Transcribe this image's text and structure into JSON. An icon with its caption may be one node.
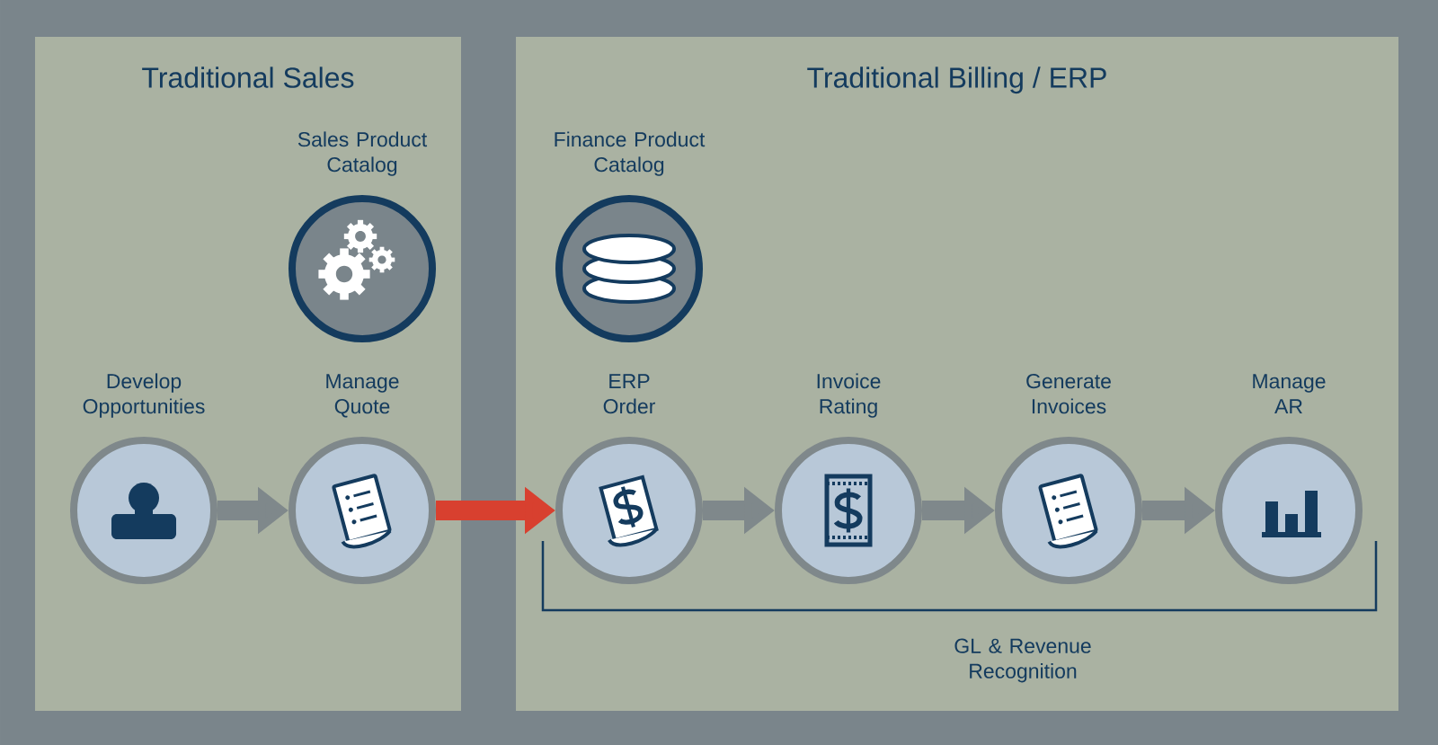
{
  "diagram": {
    "nodes": [
      {
        "text": [
          "Traditional Sales"
        ]
      },
      {
        "text": [
          "Sales Product Catalog"
        ],
        "in": 0
      },
      {
        "text": [
          "Develop Opportunities"
        ],
        "in": 0
      },
      {
        "text": [
          "Manage Quote"
        ],
        "in": 0
      },
      {
        "text": [
          "Traditional Billing / ERP"
        ]
      },
      {
        "text": [
          "Finance Product Catalog"
        ],
        "in": 4
      },
      {
        "text": [
          "ERP Order"
        ],
        "in": 4
      },
      {
        "text": [
          "Invoice Rating"
        ],
        "in": 4
      },
      {
        "text": [
          "Generate Invoices"
        ],
        "in": 4
      },
      {
        "text": [
          "Manage AR"
        ],
        "in": 4
      }
    ],
    "edges": [
      {
        "from": 2,
        "to": 3,
        "arrow": "to"
      },
      {
        "from": 3,
        "to": 6,
        "arrow": "to",
        "color": "#d8402f"
      },
      {
        "from": 6,
        "to": 7,
        "arrow": "to"
      },
      {
        "from": 7,
        "to": 8,
        "arrow": "to"
      },
      {
        "from": 8,
        "to": 9,
        "arrow": "to"
      }
    ],
    "labels": [
      "GL & Revenue Recognition"
    ]
  }
}
